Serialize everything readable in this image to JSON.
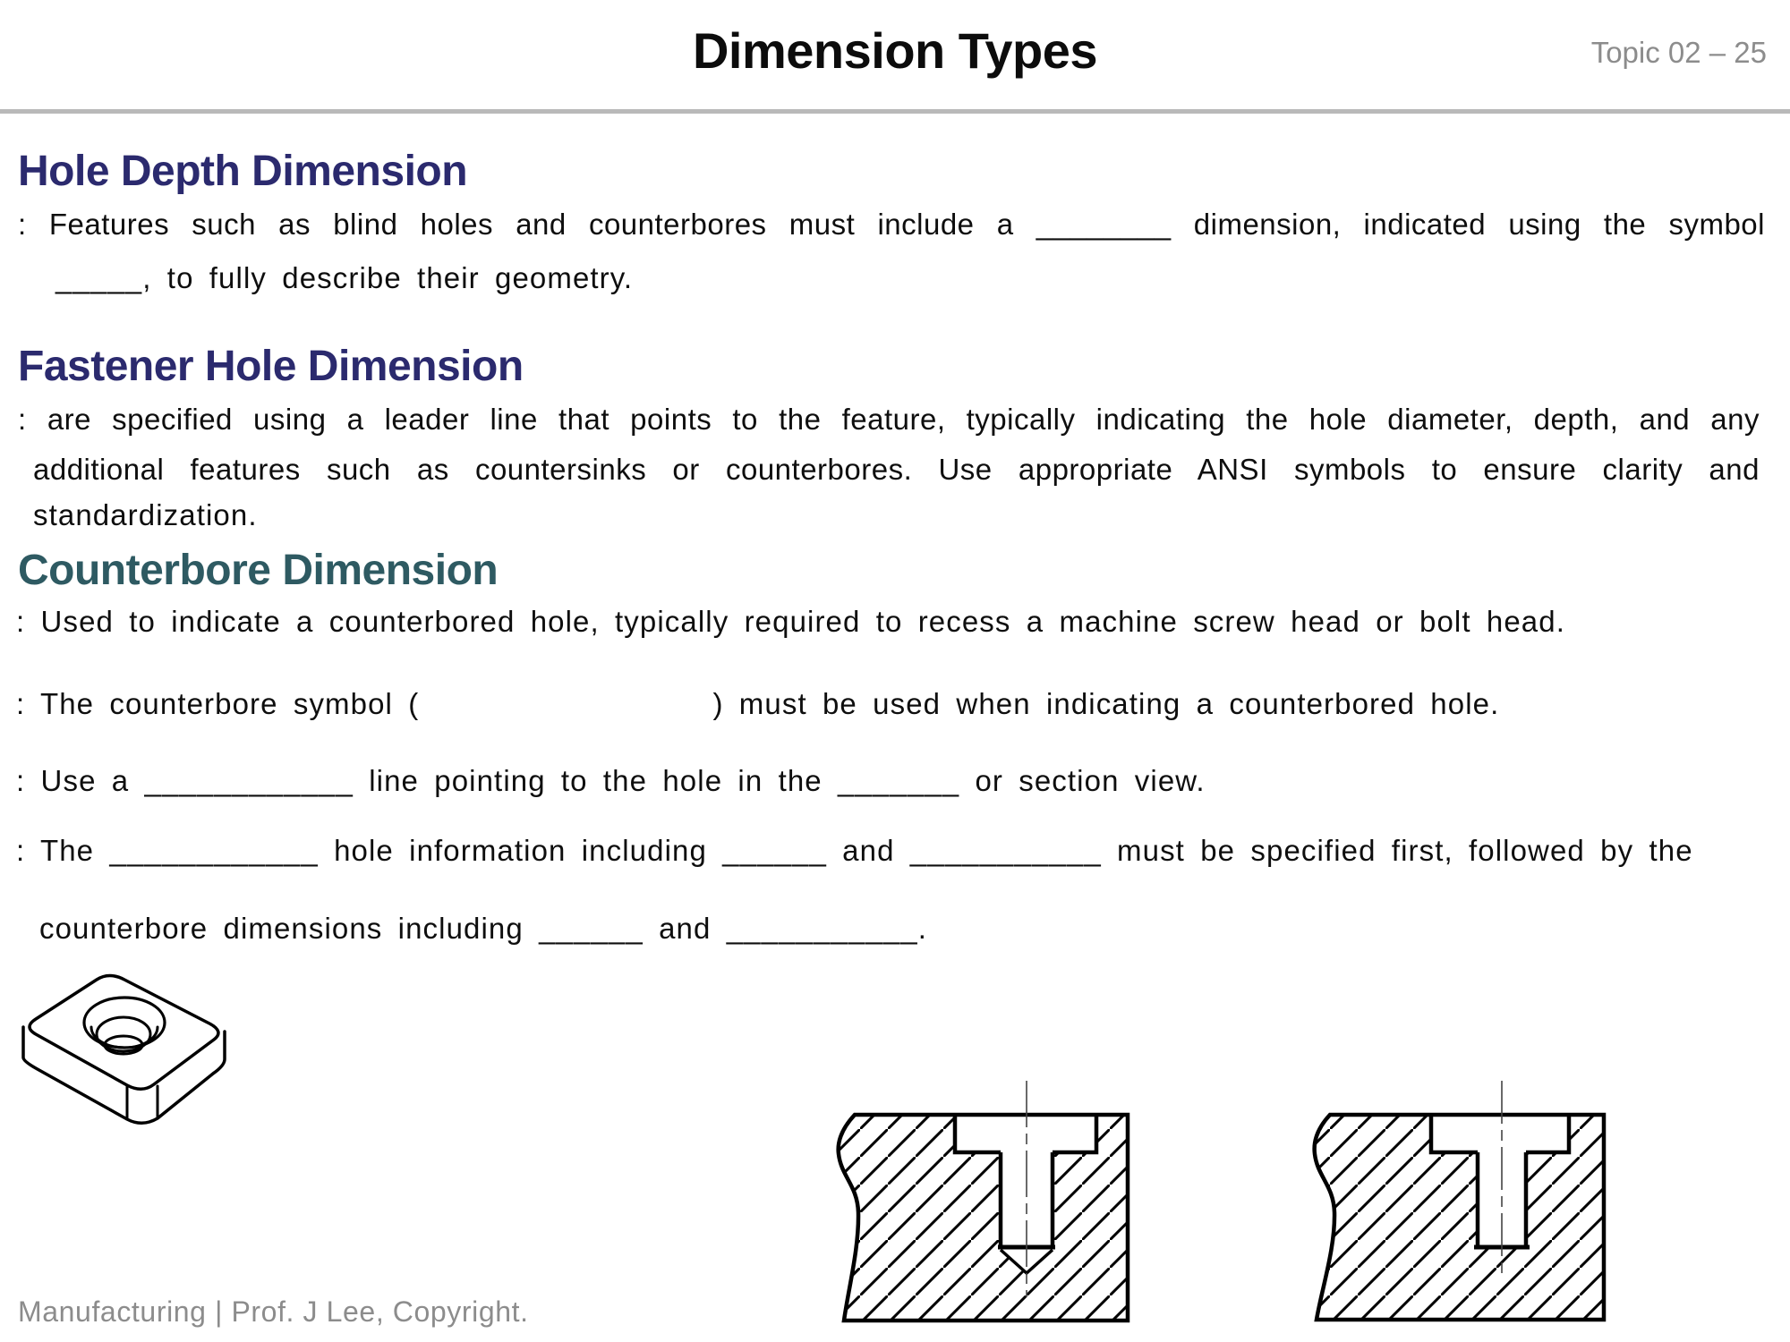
{
  "header": {
    "title": "Dimension Types",
    "topic": "Topic 02 – 25"
  },
  "sections": [
    {
      "heading": "Hole Depth Dimension",
      "lines": [
        ": Features such as blind holes and counterbores must include a ________ dimension, indicated using the symbol",
        "_____, to fully describe their geometry."
      ]
    },
    {
      "heading": "Fastener Hole Dimension",
      "lines": [
        ": are specified using a leader line that points to the feature, typically indicating the hole diameter, depth, and any",
        "additional features such as countersinks or counterbores. Use appropriate ANSI symbols to ensure clarity and",
        "standardization."
      ]
    },
    {
      "heading": "Counterbore Dimension",
      "lines": [
        ": Used to indicate a counterbored hole, typically required to recess a machine screw head or bolt head.",
        ": The counterbore symbol (                   ) must be used when indicating a counterbored hole.",
        ": Use a ____________ line pointing to the hole in the _______ or section view.",
        ": The ____________ hole information including ______ and ___________ must be specified first, followed by the",
        "counterbore dimensions including ______ and ___________."
      ]
    }
  ],
  "figures": {
    "isometric_block": "isometric-view-counterbored-block",
    "section_view_drill_point": "section-view-counterbored-hole-drill-point",
    "section_view_flat_bottom": "section-view-counterbored-hole-flat-bottom"
  },
  "footer": {
    "text": "Manufacturing | Prof. J Lee, Copyright."
  },
  "colors": {
    "heading_navy": "#2b2a6e",
    "heading_teal": "#2e5a62",
    "text": "#111111",
    "muted": "#8c8c8c",
    "divider": "#b9b9b9",
    "line_art": "#000000"
  }
}
